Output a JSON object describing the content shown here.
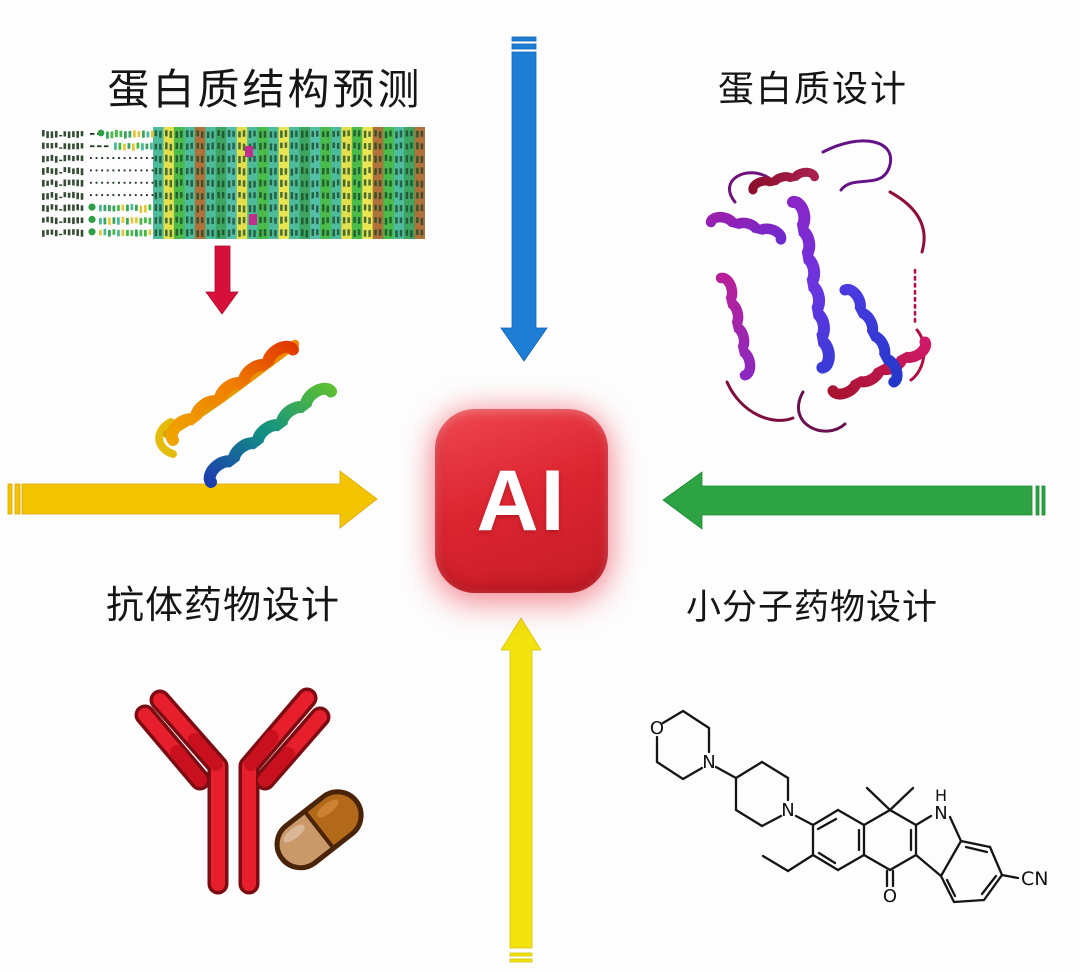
{
  "page": {
    "background": "#fdfdfd"
  },
  "diagram": {
    "quadrants": {
      "top_left_label": "蛋白质结构预测",
      "top_right_label": "蛋白质设计",
      "bottom_left_label": "抗体药物设计",
      "bottom_right_label": "小分子药物设计"
    },
    "center": {
      "label": "AI",
      "box_color": "#dc2531",
      "text_color": "#ffffff"
    },
    "arrows": {
      "top": {
        "direction": "down",
        "color": "#1e7ed6"
      },
      "left": {
        "direction": "right",
        "color": "#f3c402"
      },
      "right": {
        "direction": "left",
        "color": "#2da344"
      },
      "bottom": {
        "direction": "up",
        "color": "#f2e20e"
      },
      "msa_to_structure": {
        "direction": "down",
        "color": "#d6103a"
      }
    },
    "molecule": {
      "atom_labels": {
        "morpholine_O": "O",
        "morpholine_N": "N",
        "piperidine_N": "N",
        "indole_H": "H",
        "indole_N": "N",
        "ketone_O": "O",
        "nitrile": "CN"
      }
    },
    "msa": {
      "rows": 9,
      "text_color": "#20381f",
      "dot_green": "#2f9e46",
      "accent_magenta": "#c12e8c",
      "band_colors": [
        "#3fb692",
        "#e0dd3f",
        "#3cb53c",
        "#3fb692",
        "#a8662a",
        "#3fb692",
        "#2f9e55",
        "#46b9a0",
        "#e0dd3f",
        "#3fb692",
        "#3cb53c",
        "#3fb692",
        "#e8e344",
        "#3fb692",
        "#2f9e55",
        "#46b9a0",
        "#3cb53c",
        "#3fb692",
        "#e0dd3f",
        "#3cb53c",
        "#e8e344",
        "#a8662a",
        "#3cb53c",
        "#3fb692",
        "#2f9e55",
        "#a8662a"
      ]
    }
  }
}
